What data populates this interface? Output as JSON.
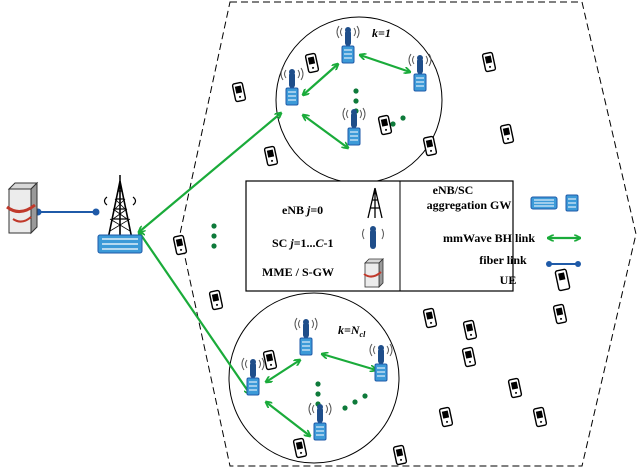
{
  "colors": {
    "link_green": "#1aab3a",
    "fiber_blue": "#1f5aa8",
    "sc_blue": "#2a86c8",
    "gw_blue": "#3c9ad8",
    "dot_green": "#0e7a3a",
    "border": "#000000"
  },
  "icons": {
    "enb": "cell-tower-icon",
    "sc": "small-cell-antenna-icon",
    "mme": "server-icon",
    "gw": "aggregation-gateway-icon",
    "ue": "phone-icon"
  },
  "clusters": {
    "top_label": "k=1",
    "bottom_label_prefix": "k=N",
    "bottom_label_sub": "cl"
  },
  "legend": {
    "enb": {
      "prefix": "eNB ",
      "var": "j",
      "suffix": "=0"
    },
    "sc": {
      "prefix": "SC ",
      "var": "j",
      "mid": "=1...",
      "var2": "C",
      "suffix": "-1"
    },
    "mme": "MME / S-GW",
    "gw_line1": "eNB/SC",
    "gw_line2": "aggregation GW",
    "bh": "mmWave BH link",
    "fiber": "fiber link",
    "ue": "UE"
  }
}
